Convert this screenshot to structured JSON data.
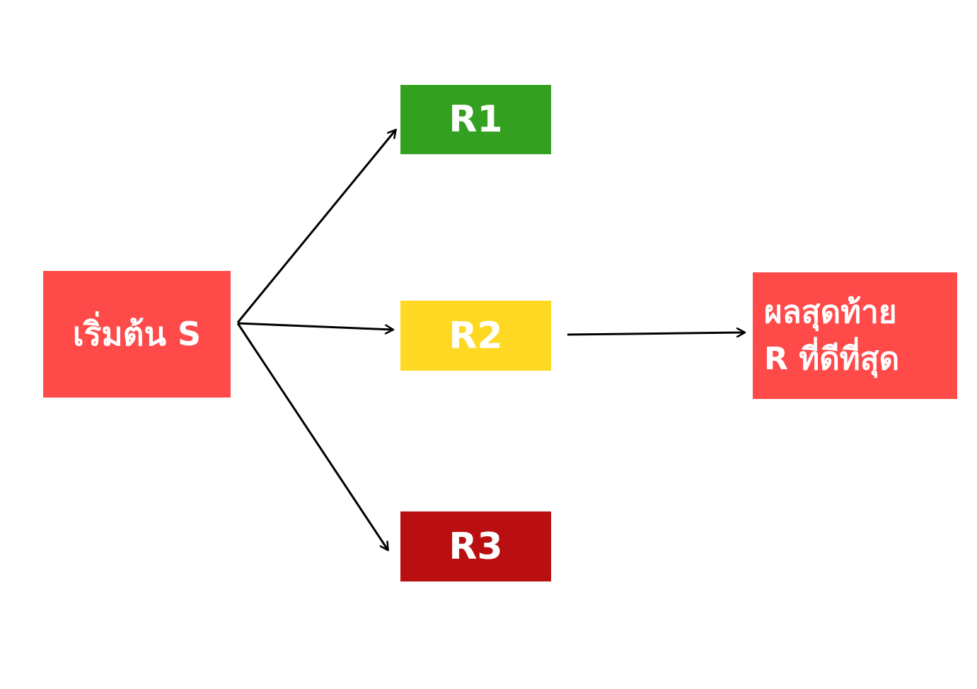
{
  "nodes": {
    "start": {
      "label": "เริ่มต้น S",
      "color": "#ff4a4a"
    },
    "r1": {
      "label": "R1",
      "color": "#33a11f"
    },
    "r2": {
      "label": "R2",
      "color": "#ffd824"
    },
    "r3": {
      "label": "R3",
      "color": "#b90f10"
    },
    "result": {
      "line1": "ผลสุดท้าย",
      "line2": "R ที่ดีที่สุด",
      "color": "#ff4a4a"
    }
  },
  "edges": [
    {
      "from": "start",
      "to": "r1"
    },
    {
      "from": "start",
      "to": "r2"
    },
    {
      "from": "start",
      "to": "r3"
    },
    {
      "from": "r2",
      "to": "result"
    }
  ]
}
